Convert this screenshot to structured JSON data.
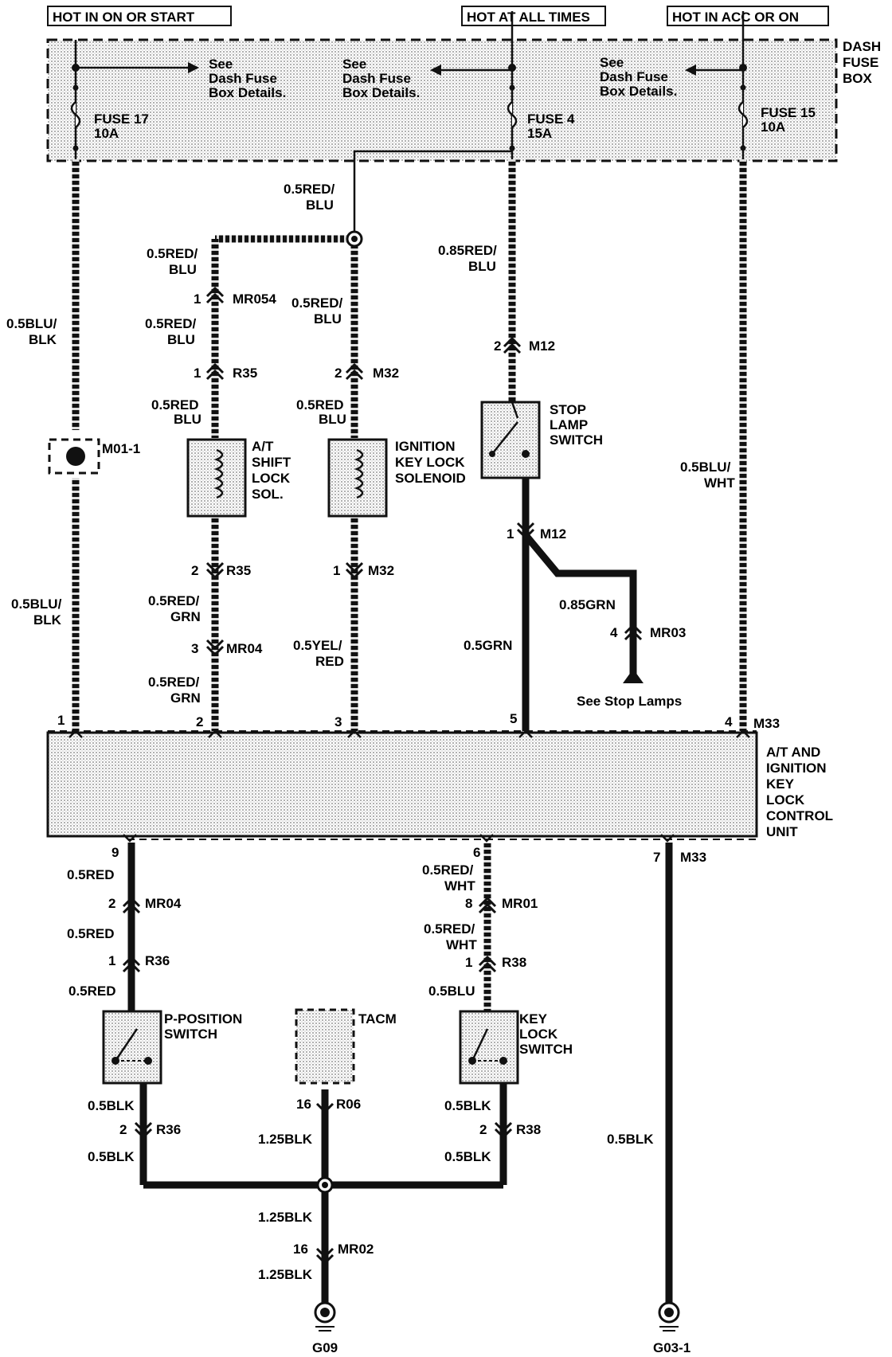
{
  "headers": {
    "hot_on_start": "HOT IN ON OR START",
    "hot_all_times": "HOT AT ALL TIMES",
    "hot_acc_on": "HOT IN ACC OR ON"
  },
  "dash_fuse_box": {
    "label_l1": "DASH",
    "label_l2": "FUSE",
    "label_l3": "BOX",
    "see_l1": "See",
    "see_l2": "Dash Fuse",
    "see_l3": "Box Details.",
    "fuse17_name": "FUSE 17",
    "fuse17_amp": "10A",
    "fuse4_name": "FUSE 4",
    "fuse4_amp": "15A",
    "fuse15_name": "FUSE 15",
    "fuse15_amp": "10A"
  },
  "wires": {
    "w1": "0.5BLU/",
    "w1b": "BLK",
    "w2": "0.5BLU/",
    "w2b": "BLK",
    "red_blu": "0.5RED/",
    "red_blu_b": "BLU",
    "red_blu_np_a": "0.5RED",
    "red_blu_np_b": "BLU",
    "red_85": "0.85RED/",
    "red_85b": "BLU",
    "red_grn": "0.5RED/",
    "red_grn_b": "GRN",
    "yel_red": "0.5YEL/",
    "yel_red_b": "RED",
    "grn_85": "0.85GRN",
    "grn_5": "0.5GRN",
    "blu_wht": "0.5BLU/",
    "blu_wht_b": "WHT",
    "red": "0.5RED",
    "red_wht": "0.5RED/",
    "red_wht_b": "WHT",
    "blu": "0.5BLU",
    "blk": "0.5BLK",
    "blk125": "1.25BLK"
  },
  "connectors": {
    "mr054": "MR054",
    "r35": "R35",
    "m32": "M32",
    "m12": "M12",
    "mr04": "MR04",
    "mr03": "MR03",
    "m33": "M33",
    "mr01": "MR01",
    "r36": "R36",
    "r38": "R38",
    "r06": "R06",
    "mr02": "MR02",
    "m01_1": "M01-1"
  },
  "pins": {
    "p1": "1",
    "p2": "2",
    "p3": "3",
    "p4": "4",
    "p5": "5",
    "p6": "6",
    "p7": "7",
    "p8": "8",
    "p9": "9",
    "p16": "16"
  },
  "components": {
    "at_shift_l1": "A/T",
    "at_shift_l2": "SHIFT",
    "at_shift_l3": "LOCK",
    "at_shift_l4": "SOL.",
    "ign_l1": "IGNITION",
    "ign_l2": "KEY LOCK",
    "ign_l3": "SOLENOID",
    "stop_l1": "STOP",
    "stop_l2": "LAMP",
    "stop_l3": "SWITCH",
    "see_stop": "See Stop Lamps",
    "unit_l1": "A/T AND",
    "unit_l2": "IGNITION",
    "unit_l3": "KEY",
    "unit_l4": "LOCK",
    "unit_l5": "CONTROL",
    "unit_l6": "UNIT",
    "ppos_l1": "P-POSITION",
    "ppos_l2": "SWITCH",
    "tacm": "TACM",
    "keylock_l1": "KEY",
    "keylock_l2": "LOCK",
    "keylock_l3": "SWITCH"
  },
  "grounds": {
    "g09": "G09",
    "g03": "G03-1"
  }
}
